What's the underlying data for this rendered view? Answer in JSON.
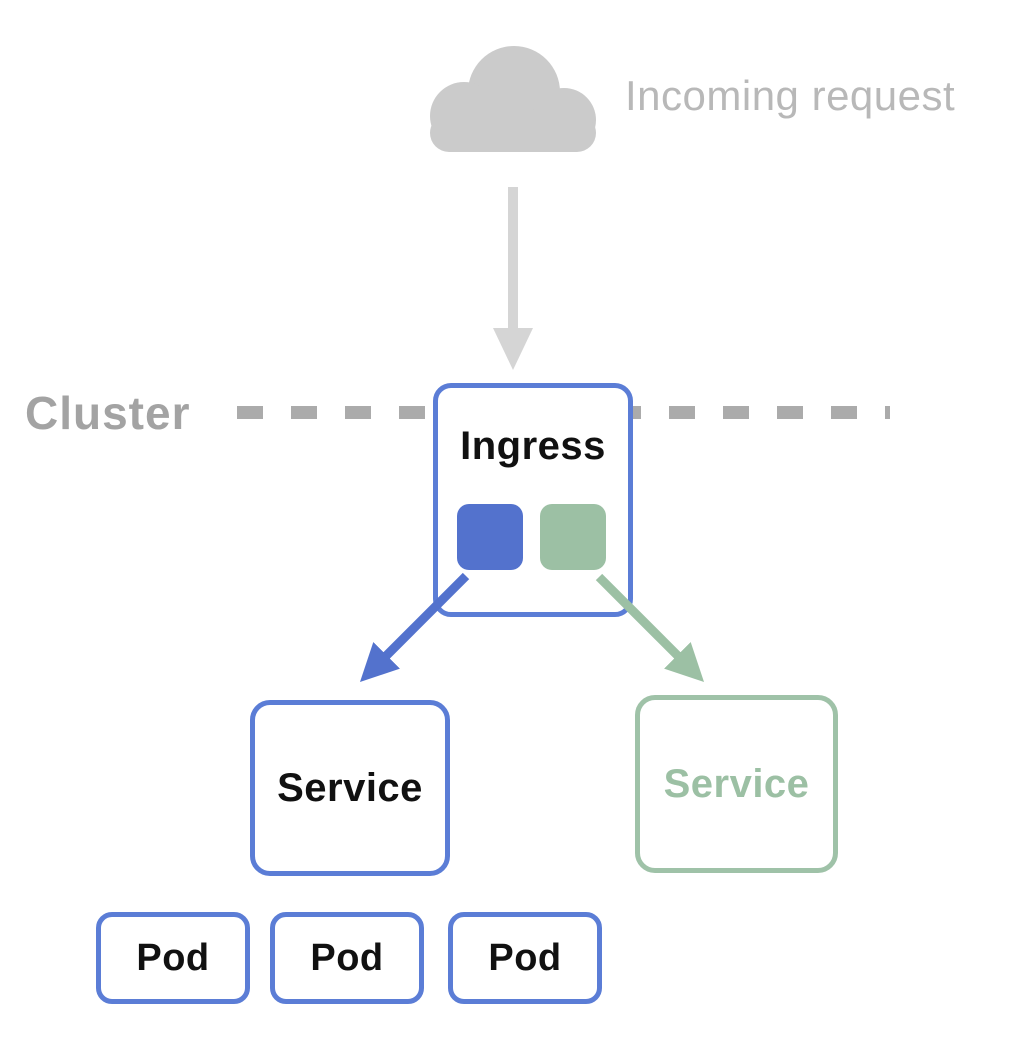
{
  "diagram": {
    "incoming_request": {
      "label": "Incoming request"
    },
    "cluster": {
      "label": "Cluster"
    },
    "ingress": {
      "label": "Ingress",
      "rule_swatches": [
        {
          "name": "blue-rule",
          "color": "#5372cd"
        },
        {
          "name": "green-rule",
          "color": "#9cc0a4"
        }
      ]
    },
    "services": [
      {
        "label": "Service",
        "variant": "blue"
      },
      {
        "label": "Service",
        "variant": "green"
      }
    ],
    "pods": [
      {
        "label": "Pod"
      },
      {
        "label": "Pod"
      },
      {
        "label": "Pod"
      }
    ],
    "colors": {
      "blue": "#5372cd",
      "blue_border": "#5b7dd6",
      "green": "#9cc0a4",
      "green_border": "#9fc2a8",
      "cloud_gray": "#cbcbcb",
      "incoming_label_gray": "#b8b8b8",
      "cluster_label_gray": "#a3a3a3",
      "dash_gray": "#ababab",
      "down_arrow_gray": "#d5d5d5",
      "text_black": "#111111",
      "background": "#ffffff"
    },
    "icons": {
      "cloud": "cloud-icon",
      "down_arrow": "down-arrow-icon",
      "blue_route": "route-arrow-icon",
      "green_route": "route-arrow-icon"
    }
  }
}
